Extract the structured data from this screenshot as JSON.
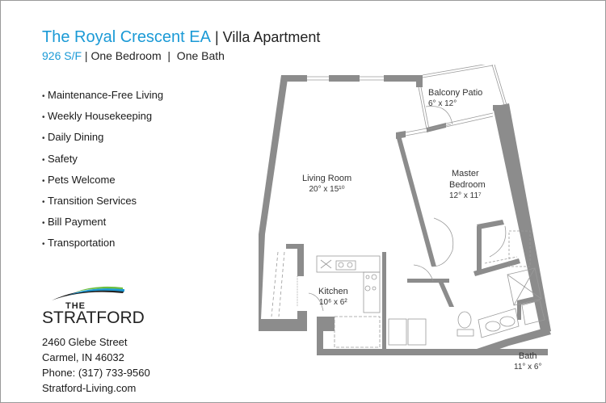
{
  "header": {
    "title": "The Royal Crescent EA",
    "separator": " | ",
    "subtitle_type": "Villa Apartment",
    "sqft": "926 S/F",
    "bedrooms": " | One Bedroom",
    "baths": "  |  One Bath"
  },
  "features": [
    "Maintenance-Free Living",
    "Weekly Housekeeping",
    "Daily Dining",
    "Safety",
    "Pets Welcome",
    "Transition Services",
    "Bill Payment",
    "Transportation"
  ],
  "bullet": "•",
  "logo": {
    "the": "THE",
    "name": "STRATFORD",
    "colors": {
      "green": "#6cbf3f",
      "blue": "#1b9ad6",
      "dark": "#222222"
    }
  },
  "contact": {
    "street": "2460 Glebe Street",
    "city": "Carmel, IN 46032",
    "phone": "Phone: (317) 733-9560",
    "website": "Stratford-Living.com"
  },
  "rooms": {
    "balcony": {
      "name": "Balcony Patio",
      "dims": "6° x 12°"
    },
    "living": {
      "name": "Living Room",
      "dims": "20° x 15¹⁰"
    },
    "master": {
      "name_line1": "Master",
      "name_line2": "Bedroom",
      "dims": "12° x 11⁷"
    },
    "kitchen": {
      "name": "Kitchen",
      "dims": "10⁶ x 6²"
    },
    "bath": {
      "name": "Bath",
      "dims": "11° x 6°"
    }
  },
  "colors": {
    "accent": "#1b9ad6",
    "wall": "#8c8c8c",
    "fixture": "#b5b5b5"
  }
}
